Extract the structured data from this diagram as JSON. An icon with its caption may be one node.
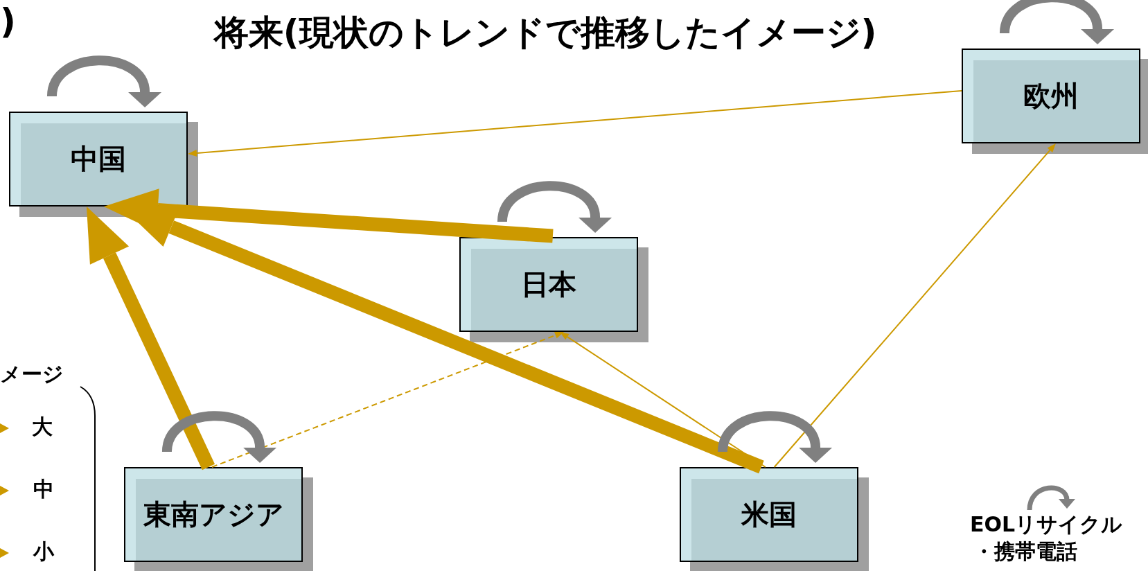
{
  "diagram": {
    "title": "将来(現状のトレンドで推移したイメージ)",
    "nodes": [
      {
        "text": [
          "中国"
        ]
      },
      {
        "text": [
          "欧州"
        ]
      },
      {
        "text": [
          "日本"
        ]
      },
      {
        "text": [
          "東南アジア"
        ]
      },
      {
        "text": [
          "米国"
        ]
      }
    ],
    "edges": [
      {
        "from": 1,
        "to": 0,
        "arrow": "to"
      },
      {
        "from": 2,
        "to": 0,
        "arrow": "to",
        "style": "thick"
      },
      {
        "from": 3,
        "to": 0,
        "arrow": "to",
        "style": "thick"
      },
      {
        "from": 4,
        "to": 0,
        "arrow": "to",
        "style": "thick"
      },
      {
        "from": 3,
        "to": 2,
        "arrow": "to",
        "style": "dashed"
      },
      {
        "from": 4,
        "to": 2,
        "arrow": "to"
      },
      {
        "from": 4,
        "to": 1,
        "arrow": "to"
      }
    ],
    "labels": [
      ")",
      "メージ",
      "・携帯電話"
    ],
    "legend": [
      {
        "text": "大"
      },
      {
        "text": "中"
      },
      {
        "text": "小"
      },
      {
        "text": "EOLリサイクル"
      }
    ]
  }
}
